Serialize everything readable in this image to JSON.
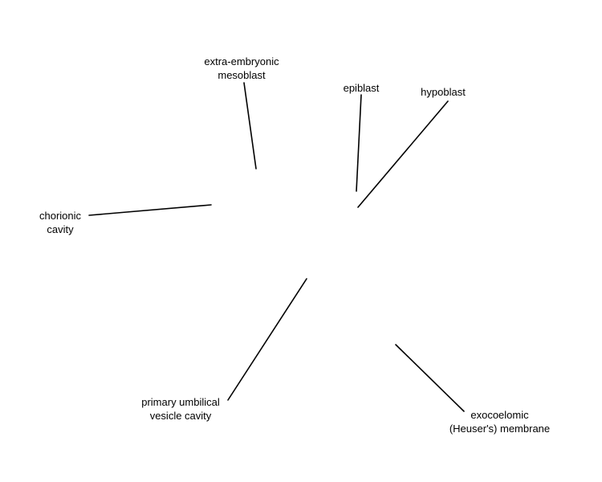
{
  "diagram": {
    "labels": {
      "extra_embryonic_mesoblast": [
        "extra-embryonic",
        "mesoblast"
      ],
      "epiblast": [
        "epiblast"
      ],
      "hypoblast": [
        "hypoblast"
      ],
      "chorionic_cavity": [
        "chorionic",
        "cavity"
      ],
      "primary_umbilical_vesicle_cavity": [
        "primary umbilical",
        "vesicle cavity"
      ],
      "exocoelomic_membrane": [
        "exocoelomic",
        "(Heuser's) membrane"
      ]
    },
    "colors": {
      "line": "#000000",
      "text": "#000000",
      "background": "#ffffff"
    }
  }
}
